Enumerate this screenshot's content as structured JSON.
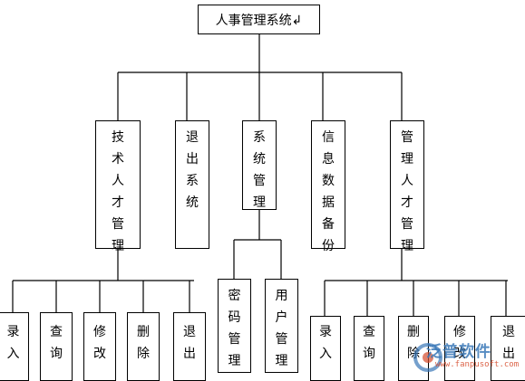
{
  "root": {
    "label": "人事管理系统↲"
  },
  "level1": [
    {
      "id": "tech",
      "label": "技术人才管理"
    },
    {
      "id": "exit",
      "label": "退出系统"
    },
    {
      "id": "sys",
      "label": "系统管理"
    },
    {
      "id": "backup",
      "label": "信息数据备份"
    },
    {
      "id": "mgr",
      "label": "管理人才管理"
    }
  ],
  "level2": [
    {
      "parent": "tech",
      "label": "录入"
    },
    {
      "parent": "tech",
      "label": "查询"
    },
    {
      "parent": "tech",
      "label": "修改"
    },
    {
      "parent": "tech",
      "label": "删除"
    },
    {
      "parent": "tech",
      "label": "退出"
    },
    {
      "parent": "sys",
      "label": "密码管理"
    },
    {
      "parent": "sys",
      "label": "用户管理"
    },
    {
      "parent": "mgr",
      "label": "录入"
    },
    {
      "parent": "mgr",
      "label": "查询"
    },
    {
      "parent": "mgr",
      "label": "删除"
    },
    {
      "parent": "mgr",
      "label": "修改"
    },
    {
      "parent": "mgr",
      "label": "退出"
    }
  ],
  "watermark": {
    "brand": "泛普软件",
    "url": "www.fanpusoft.com"
  },
  "colors": {
    "line": "#000000",
    "box_border": "#000000",
    "background": "#ffffff"
  }
}
